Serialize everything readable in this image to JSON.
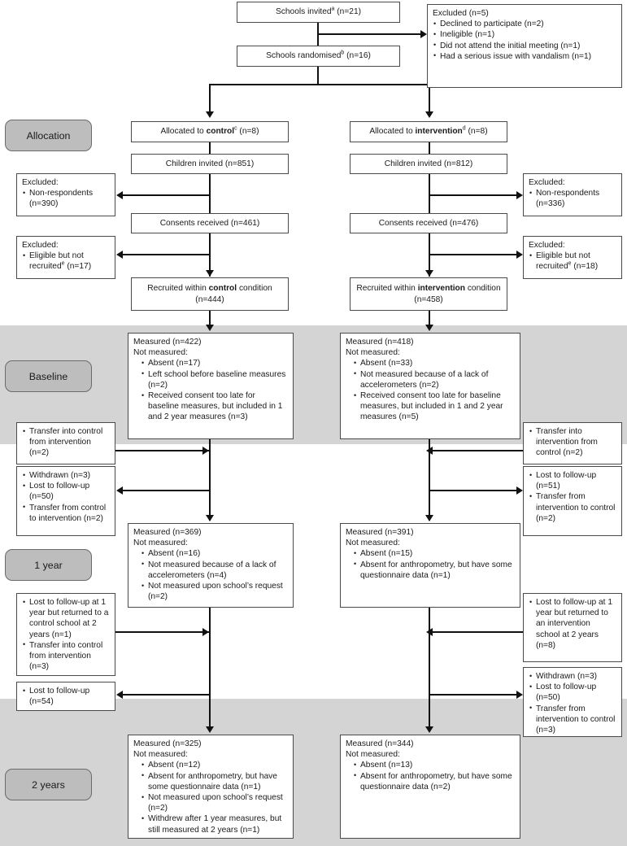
{
  "figure": {
    "type": "consort-flow-diagram",
    "stages": [
      "Allocation",
      "Baseline",
      "1 year",
      "2 years"
    ]
  },
  "stage_labels": {
    "allocation": "Allocation",
    "baseline": "Baseline",
    "year1": "1 year",
    "year2": "2 years"
  },
  "top": {
    "invited": "Schools invitedᵃ (n=21)",
    "invited_text": "Schools invited",
    "invited_sup": "a",
    "invited_n": " (n=21)",
    "randomised_text": "Schools randomised",
    "randomised_sup": "b",
    "randomised_n": " (n=16)",
    "excluded_title": "Excluded (n=5)",
    "excluded_items": [
      "Declined to participate (n=2)",
      "Ineligible (n=1)",
      "Did not attend the initial meeting (n=1)",
      "Had a serious issue with vandalism (n=1)"
    ]
  },
  "control": {
    "allocated_pre": "Allocated to ",
    "allocated_strong": "control",
    "allocated_sup": "c",
    "allocated_post": " (n=8)",
    "children_invited": "Children invited (n=851)",
    "excluded_nonresp_title": "Excluded:",
    "excluded_nonresp_item": "Non-respondents (n=390)",
    "consents": "Consents received (n=461)",
    "excluded_elig_title": "Excluded:",
    "excluded_elig_item_pre": "Eligible but not recruited",
    "excluded_elig_item_sup": "e",
    "excluded_elig_item_post": " (n=17)",
    "recruited_pre": "Recruited within ",
    "recruited_strong": "control",
    "recruited_post": " condition (n=444)",
    "baseline_measured": "Measured (n=422)",
    "baseline_notmeasured": "Not measured:",
    "baseline_items": [
      "Absent (n=17)",
      "Left school before baseline measures (n=2)",
      "Received consent too late for baseline measures, but included in 1 and 2 year measures (n=3)"
    ],
    "transfer_in_baseline": [
      "Transfer into control from intervention (n=2)"
    ],
    "loss_year1": [
      "Withdrawn (n=3)",
      "Lost to follow-up (n=50)",
      "Transfer from control to intervention (n=2)"
    ],
    "year1_measured": "Measured (n=369)",
    "year1_notmeasured": "Not measured:",
    "year1_items": [
      "Absent (n=16)",
      "Not measured because of a lack of accelerometers (n=4)",
      "Not measured upon school’s request (n=2)"
    ],
    "transfer_in_year2": [
      "Lost to follow-up at 1 year but returned to a control school at 2 years (n=1)",
      "Transfer into control from intervention (n=3)"
    ],
    "loss_year2": [
      "Lost to follow-up (n=54)"
    ],
    "year2_measured": "Measured (n=325)",
    "year2_notmeasured": "Not measured:",
    "year2_items": [
      "Absent (n=12)",
      "Absent for anthropometry, but have some questionnaire data (n=1)",
      "Not measured upon school’s request (n=2)",
      "Withdrew after 1 year measures, but still measured at 2 years (n=1)"
    ]
  },
  "intervention": {
    "allocated_pre": "Allocated to ",
    "allocated_strong": "intervention",
    "allocated_sup": "d",
    "allocated_post": " (n=8)",
    "children_invited": "Children invited (n=812)",
    "excluded_nonresp_title": "Excluded:",
    "excluded_nonresp_item": "Non-respondents (n=336)",
    "consents": "Consents received (n=476)",
    "excluded_elig_title": "Excluded:",
    "excluded_elig_item_pre": "Eligible but not recruited",
    "excluded_elig_item_sup": "e",
    "excluded_elig_item_post": " (n=18)",
    "recruited_pre": "Recruited within ",
    "recruited_strong": "intervention",
    "recruited_post": " condition (n=458)",
    "baseline_measured": "Measured (n=418)",
    "baseline_notmeasured": "Not measured:",
    "baseline_items": [
      "Absent (n=33)",
      "Not measured because of a lack of accelerometers (n=2)",
      "Received consent too late for baseline measures, but included in 1 and 2 year measures (n=5)"
    ],
    "transfer_in_baseline": [
      "Transfer into intervention from control (n=2)"
    ],
    "loss_year1": [
      "Lost to follow-up (n=51)",
      "Transfer from intervention to control (n=2)"
    ],
    "year1_measured": "Measured (n=391)",
    "year1_notmeasured": "Not measured:",
    "year1_items": [
      "Absent (n=15)",
      "Absent for anthropometry, but have some questionnaire data (n=1)"
    ],
    "transfer_in_year2": [
      "Lost to follow-up at 1 year but returned to an intervention school at 2 years (n=8)"
    ],
    "loss_year2": [
      "Withdrawn (n=3)",
      "Lost to follow-up (n=50)",
      "Transfer from intervention to control (n=3)"
    ],
    "year2_measured": "Measured (n=344)",
    "year2_notmeasured": "Not measured:",
    "year2_items": [
      "Absent (n=13)",
      "Absent for anthropometry, but have some questionnaire data (n=2)"
    ]
  },
  "colors": {
    "band": "#d4d4d4",
    "pill": "#bdbdbd",
    "box_border": "#4a4a4a",
    "line": "#111111"
  }
}
